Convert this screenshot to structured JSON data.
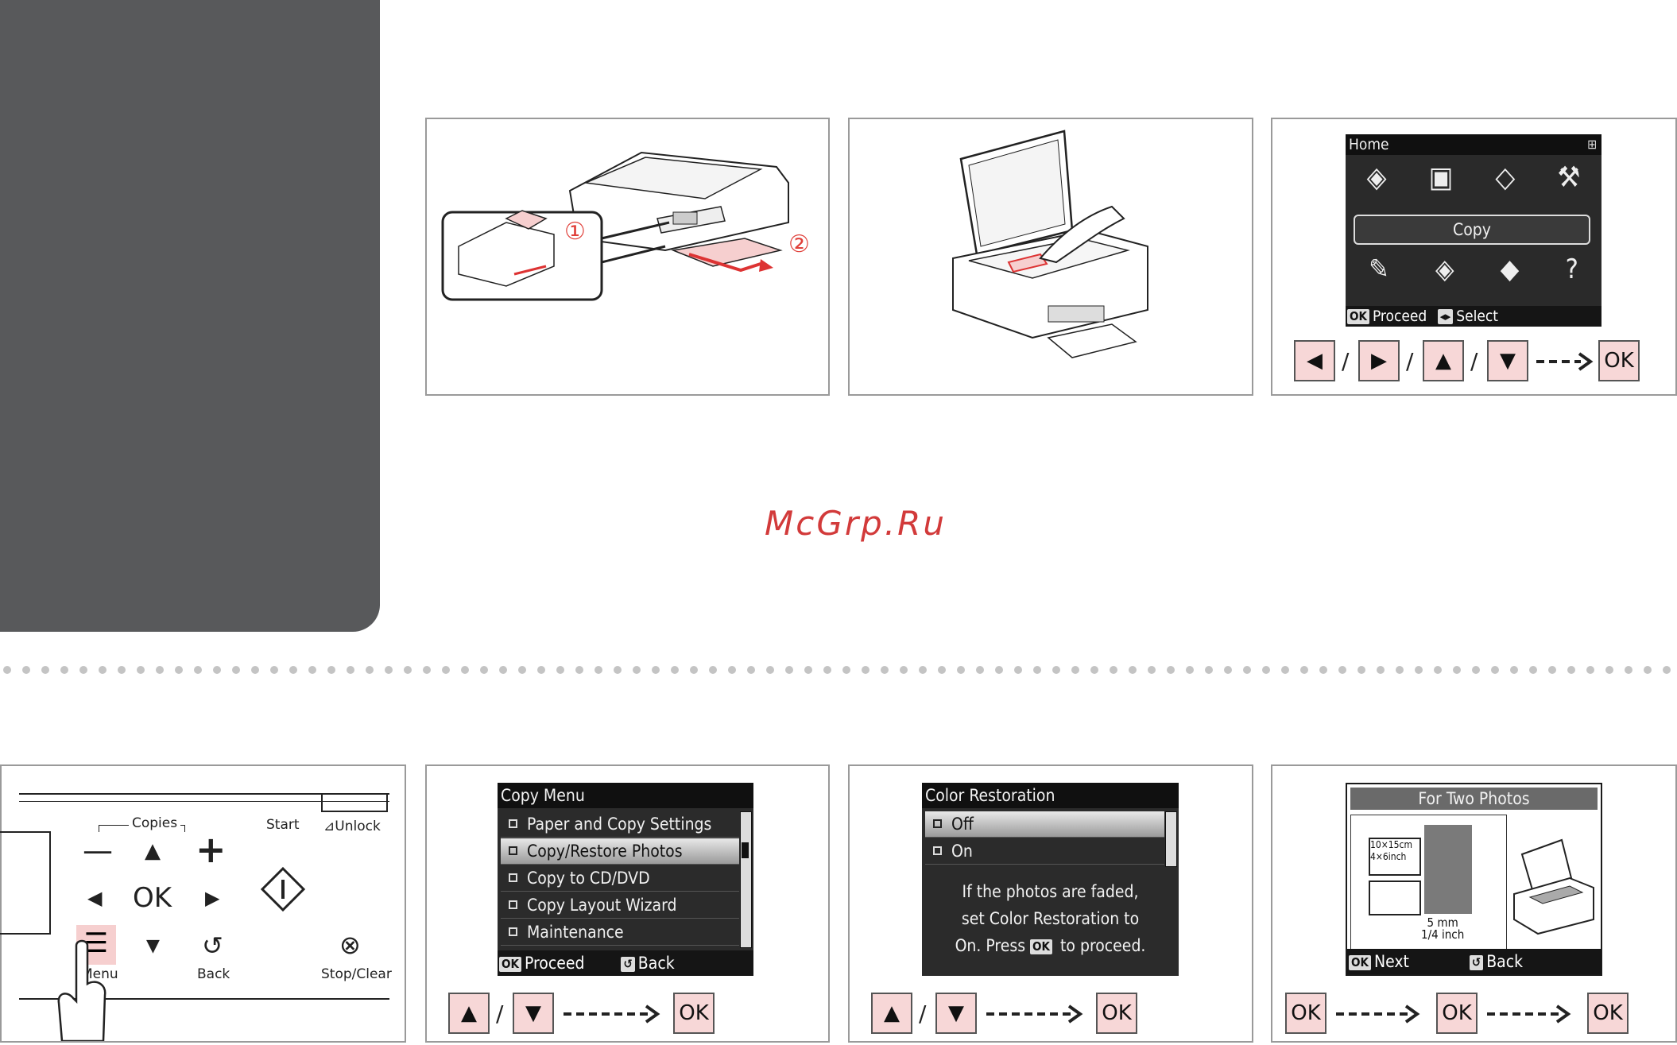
{
  "watermark": "McGrp.Ru",
  "step_home": {
    "lcd_title": "Home",
    "copy_label": "Copy",
    "footer_proceed": "Proceed",
    "footer_select": "Select",
    "ok_chip": "OK",
    "keys": [
      "◀",
      "▶",
      "▲",
      "▼"
    ],
    "ok_key": "OK"
  },
  "tray_callouts": [
    "①",
    "②"
  ],
  "control_panel": {
    "copies": "Copies",
    "start": "Start",
    "unlock": "Unlock",
    "ok": "OK",
    "menu": "Menu",
    "back": "Back",
    "stop": "Stop/Clear",
    "minus": "—",
    "plus": "+"
  },
  "copy_menu": {
    "title": "Copy Menu",
    "items": [
      "Paper and Copy Settings",
      "Copy/Restore Photos",
      "Copy to CD/DVD",
      "Copy Layout Wizard",
      "Maintenance"
    ],
    "selected_index": 1,
    "footer_proceed": "Proceed",
    "footer_back": "Back",
    "ok_chip": "OK",
    "keys": [
      "▲",
      "▼"
    ],
    "ok_key": "OK"
  },
  "color_restoration": {
    "title": "Color Restoration",
    "items": [
      "Off",
      "On"
    ],
    "selected_index": 0,
    "message_line1": "If the photos are faded,",
    "message_line2": "set Color Restoration to",
    "message_line3a": "On. Press",
    "message_line3b": "to proceed.",
    "ok_chip": "OK",
    "keys": [
      "▲",
      "▼"
    ],
    "ok_key": "OK"
  },
  "two_photos": {
    "title": "For Two Photos",
    "size_line1": "10×15cm",
    "size_line2": "4×6inch",
    "margin_line1": "5 mm",
    "margin_line2": "1/4 inch",
    "footer_next": "Next",
    "footer_back": "Back",
    "ok_chip": "OK",
    "ok_keys": [
      "OK",
      "OK",
      "OK"
    ]
  },
  "separator": "/",
  "colors": {
    "sidebar": "#58595b",
    "key_fill": "#f7d7d7",
    "callout_red": "#e0403a",
    "watermark": "#d23a3a"
  }
}
